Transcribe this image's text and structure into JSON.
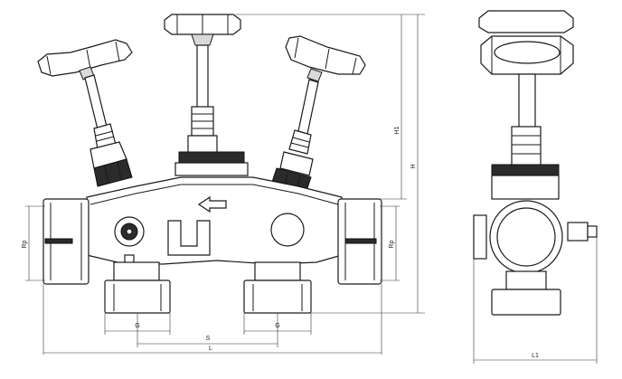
{
  "dimensions": {
    "height_overall": "H",
    "height_h1": "H1",
    "port_size_left": "Rp",
    "port_size_right": "Rp",
    "outlet_left": "G",
    "outlet_right": "G",
    "outlet_spacing": "S",
    "length": "L",
    "side_width": "L1"
  }
}
